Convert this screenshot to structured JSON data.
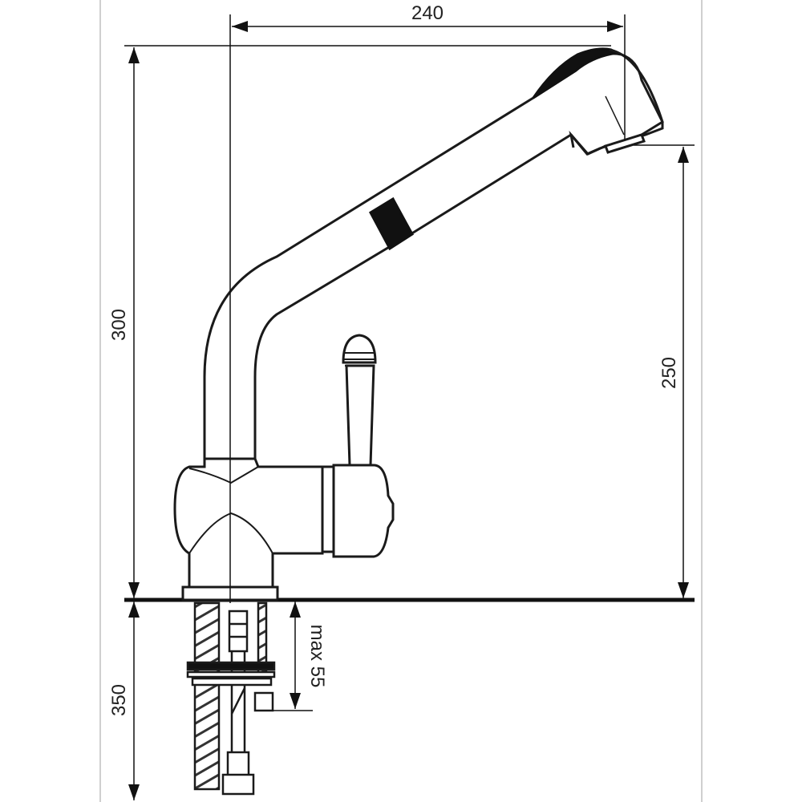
{
  "diagram": {
    "dimensions": {
      "width_top": "240",
      "height_total": "300",
      "height_spout": "250",
      "under_counter": "350",
      "max_thickness": "max 55"
    }
  }
}
